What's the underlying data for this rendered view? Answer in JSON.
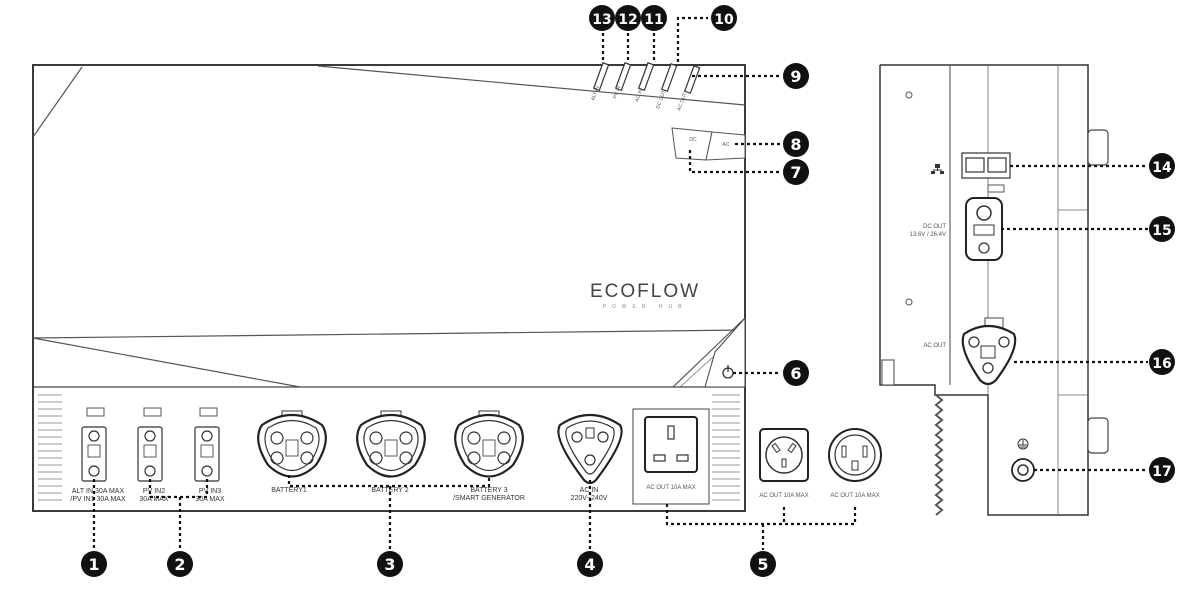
{
  "brand": {
    "logo_text": "ECOFLOW",
    "logo_sub": "POWER HUB"
  },
  "callouts": [
    "1",
    "2",
    "3",
    "4",
    "5",
    "6",
    "7",
    "8",
    "9",
    "10",
    "11",
    "12",
    "13",
    "14",
    "15",
    "16",
    "17"
  ],
  "front_labels": {
    "alt_in_1": "ALT IN 30A MAX",
    "alt_in_2": "/PV IN1 30A MAX",
    "pv2_1": "PV IN2",
    "pv2_2": "30A MAX",
    "pv3_1": "PV IN3",
    "pv3_2": "30A MAX",
    "battery1": "BATTERY1",
    "battery2": "BATTERY 2",
    "battery3_1": "BATTERY 3",
    "battery3_2": "/SMART GENERATOR",
    "ac_in_1": "AC IN",
    "ac_in_2": "220V~240V",
    "ac_out_uk": "AC OUT 10A MAX",
    "ac_out_au": "AC OUT 10A MAX",
    "ac_out_twist": "AC OUT 10A MAX"
  },
  "indicator_labels": {
    "alt_in": "ALT IN",
    "pv_in": "PV IN",
    "ac_in": "AC IN",
    "dc_out": "DC OUT",
    "ac_out": "AC OUT",
    "dc": "DC",
    "ac": "AC"
  },
  "side_labels": {
    "dc_out_1": "DC OUT",
    "dc_out_2": "13.6V / 26.4V",
    "ac_out": "AC OUT"
  }
}
